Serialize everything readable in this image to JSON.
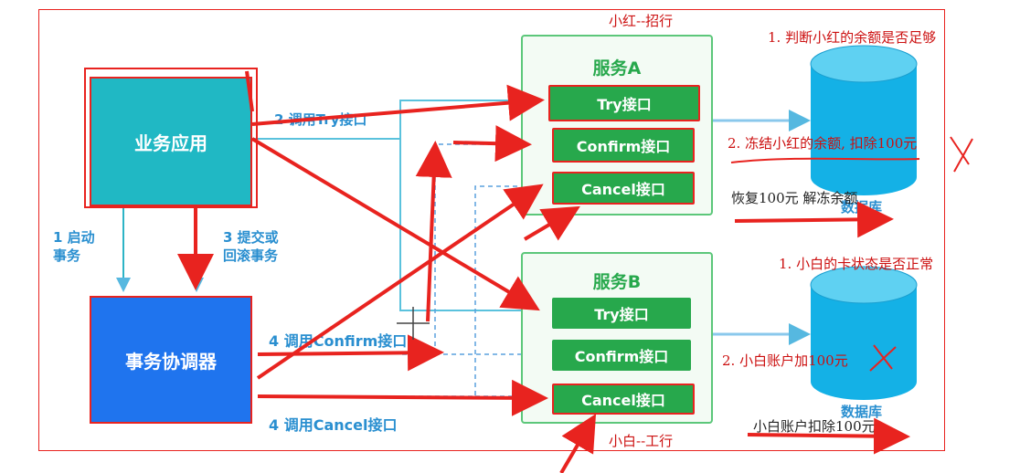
{
  "boxes": {
    "business_app": "业务应用",
    "tx_coordinator": "事务协调器"
  },
  "service_a": {
    "title": "服务A",
    "try": "Try接口",
    "confirm": "Confirm接口",
    "cancel": "Cancel接口"
  },
  "service_b": {
    "title": "服务B",
    "try": "Try接口",
    "confirm": "Confirm接口",
    "cancel": "Cancel接口"
  },
  "edge_labels": {
    "start_tx": [
      "1 启动",
      "事务"
    ],
    "commit_rollback": [
      "3 提交或",
      "回滚事务"
    ],
    "call_try": "2 调用Try接口",
    "call_confirm": "4 调用Confirm接口",
    "call_cancel": "4 调用Cancel接口"
  },
  "database_label": "数据库",
  "annotations": {
    "xiaohong": "小红--招行",
    "check_balance": "1. 判断小红的余额是否足够",
    "freeze": "2. 冻结小红的余额, 扣除100元",
    "restore": "恢复100元  解冻余额",
    "xiaobai": "小白--工行",
    "check_card": "1. 小白的卡状态是否正常",
    "add": "2. 小白账户加100元",
    "deduct": "小白账户扣除100元"
  },
  "colors": {
    "teal": "#20b8c4",
    "blue": "#1f74ee",
    "green": "#27a84c",
    "red": "#e8231f",
    "db": "#14b1e6"
  }
}
